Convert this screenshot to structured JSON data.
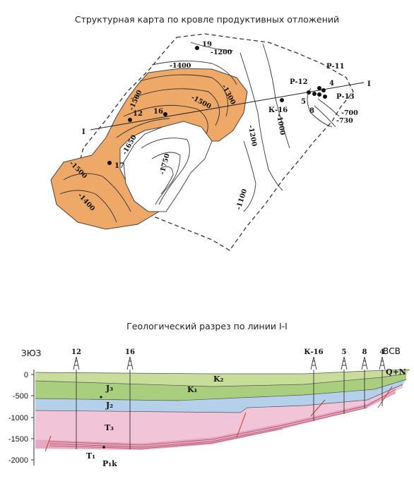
{
  "map": {
    "title": "Структурная карта по кровле продуктивных отложений",
    "wells": [
      "19",
      "16",
      "12",
      "17",
      "К-16",
      "Р-11",
      "Р-12",
      "Р-13",
      "4",
      "5",
      "8"
    ],
    "contours": [
      "-1200",
      "-1400",
      "-1300",
      "-1500",
      "-1500",
      "-1650",
      "-1750",
      "-1500",
      "-1400",
      "-1200",
      "-1000",
      "-1100",
      "-700",
      "-730"
    ],
    "line_ends": [
      "I",
      "I"
    ]
  },
  "section": {
    "title": "Геологический разрез по линии I-I",
    "left_dir": "ЗЮЗ",
    "right_dir": "ВСВ",
    "depth_ticks": [
      "0",
      "-500",
      "-1000",
      "-1500",
      "-2000"
    ],
    "wells": [
      "12",
      "16",
      "К-16",
      "5",
      "8",
      "4"
    ],
    "units": {
      "k2": "K₂",
      "k1": "K₁",
      "j3": "J₃",
      "j2": "J₂",
      "t3": "T₃",
      "t1": "T₁",
      "p1k": "P₁k",
      "qn": "Q+N"
    },
    "colors": {
      "k2": "#c9dd9a",
      "k1": "#a9cf7e",
      "j3": "#d8ebc6",
      "j2": "#b5d0ea",
      "t3": "#f2c4d8",
      "t1": "#e7a9c2"
    }
  },
  "colors": {
    "orange_zone": "#eea868",
    "outline": "#333333"
  }
}
